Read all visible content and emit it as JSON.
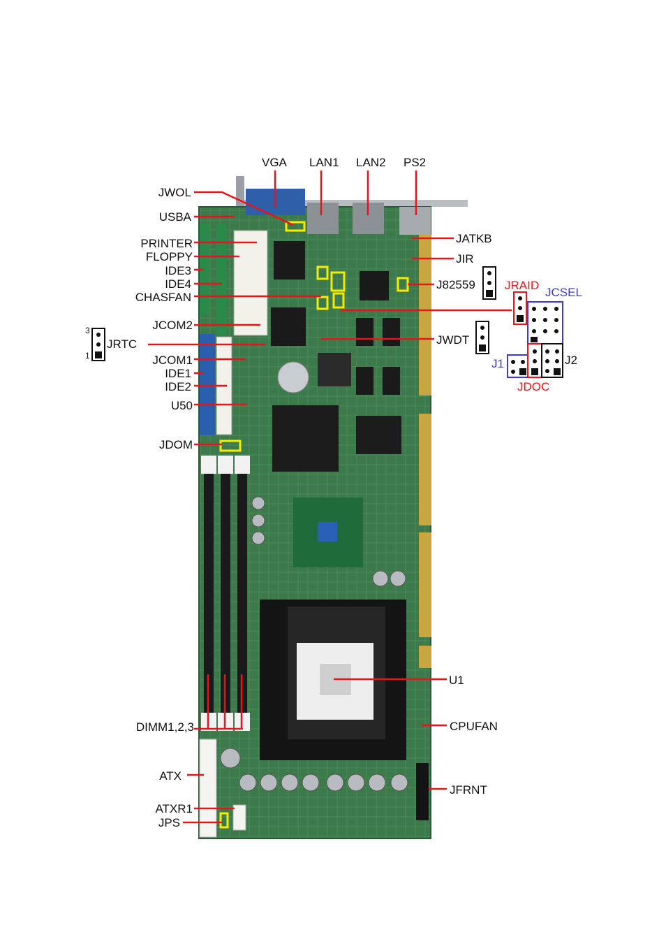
{
  "labels": {
    "vga": "VGA",
    "lan1": "LAN1",
    "lan2": "LAN2",
    "ps2": "PS2",
    "jwol": "JWOL",
    "usba": "USBA",
    "printer": "PRINTER",
    "floppy": "FLOPPY",
    "ide3": "IDE3",
    "ide4": "IDE4",
    "chasfan": "CHASFAN",
    "jcom2": "JCOM2",
    "jrtc": "JRTC",
    "jcom1": "JCOM1",
    "ide1": "IDE1",
    "ide2": "IDE2",
    "u50": "U50",
    "jdom": "JDOM",
    "jatkb": "JATKB",
    "jir": "JIR",
    "j82559": "J82559",
    "jwdt": "JWDT",
    "jraid": "JRAID",
    "jcsel": "JCSEL",
    "j1": "J1",
    "j2": "J2",
    "jdoc": "JDOC",
    "u1": "U1",
    "dimm": "DIMM1,2,3",
    "cpufan": "CPUFAN",
    "atx": "ATX",
    "jfrnt": "JFRNT",
    "atxr1": "ATXR1",
    "jps": "JPS",
    "pin3": "3",
    "pin1": "1"
  },
  "colors": {
    "leader": "#e8141c",
    "highlight": "#f5ec00",
    "jraid": "#e8141c",
    "jcsel": "#3b3bd0",
    "j1": "#3b3bd0",
    "jdoc": "#e8141c"
  }
}
